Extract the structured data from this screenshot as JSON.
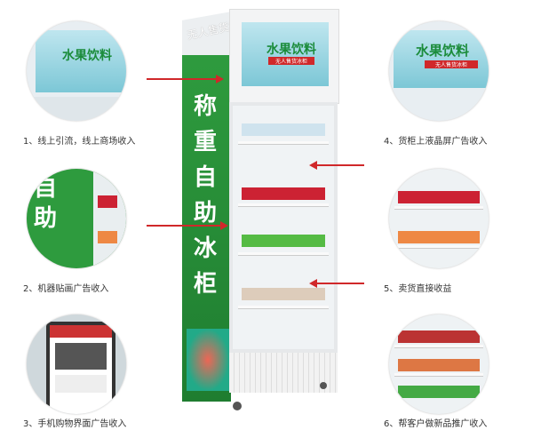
{
  "labels": [
    "1、线上引流，线上商场收入",
    "2、机器贴画广告收入",
    "3、手机购物界面广告收入",
    "4、货柜上液晶屏广告收入",
    "5、卖货直接收益",
    "6、帮客户做新品推广收入"
  ],
  "fridge": {
    "top_side_text": "无人售货柜",
    "side_text": "称重自助冰柜",
    "screen_title": "水果饮料",
    "screen_band": "无人售货冰柜"
  },
  "colors": {
    "arrow": "#d0282a",
    "green": "#2e9b3e"
  }
}
